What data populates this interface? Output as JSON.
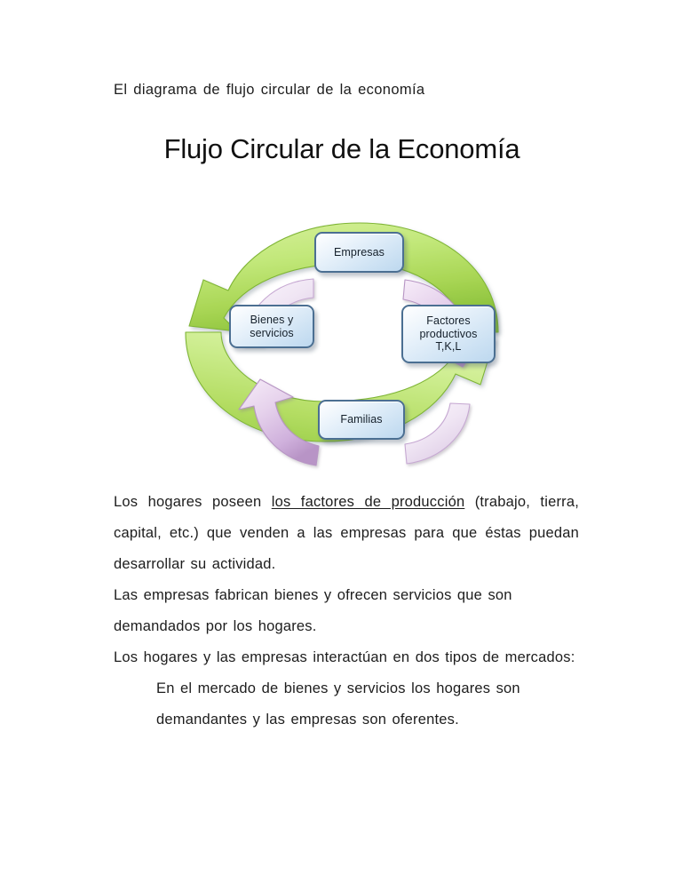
{
  "document": {
    "intro_line": "El diagrama de flujo circular de la economía",
    "figure": {
      "title": "Flujo Circular de la Economía",
      "nodes": {
        "empresas": "Empresas",
        "bienes_line1": "Bienes y",
        "bienes_line2": "servicios",
        "factores_line1": "Factores",
        "factores_line2": "productivos",
        "factores_line3": "T,K,L",
        "familias": "Familias"
      },
      "colors": {
        "outer_arrow_green_light": "#cdea8f",
        "outer_arrow_green_mid": "#aed75c",
        "outer_arrow_green_dark": "#8cc23c",
        "inner_arrow_pink_light": "#efe0f2",
        "inner_arrow_pink_mid": "#ddc2e4",
        "inner_arrow_pink_dark": "#b894c6",
        "node_border_blue": "#4b6f92",
        "node_fill_light": "#eaf3fb",
        "node_fill_blue": "#bdd8ef"
      }
    },
    "paragraphs": [
      {
        "id": "p1",
        "segments": [
          {
            "text": "Los hogares poseen ",
            "underline": false
          },
          {
            "text": "los factores de producción",
            "underline": true
          },
          {
            "text": " (trabajo, tierra, capital, etc.) que venden a las empresas para que éstas puedan desarrollar su actividad.",
            "underline": false
          }
        ]
      },
      {
        "id": "p2",
        "text": "Las empresas fabrican bienes y ofrecen servicios que son demandados por los hogares."
      },
      {
        "id": "p3",
        "text": "Los hogares y las empresas interactúan en dos tipos de mercados:"
      },
      {
        "id": "p4",
        "text": "En el mercado de bienes y servicios los hogares son demandantes y las empresas son oferentes."
      }
    ]
  }
}
